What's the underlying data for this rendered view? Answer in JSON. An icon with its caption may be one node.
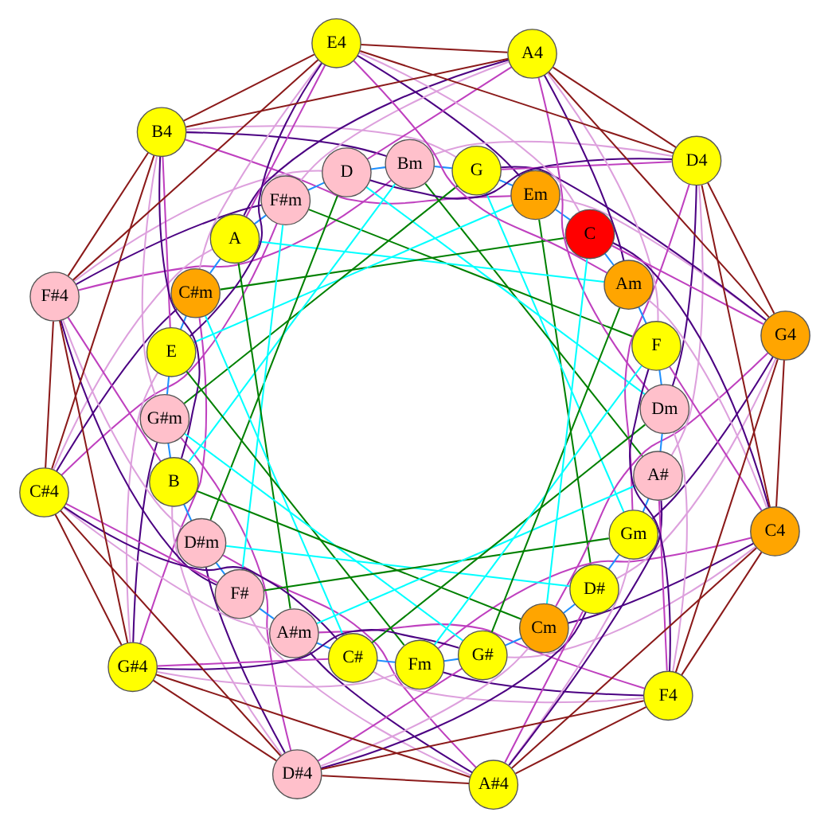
{
  "diagram": {
    "nodes": [
      {
        "text": [
          "E4"
        ]
      },
      {
        "text": [
          "A4"
        ]
      },
      {
        "text": [
          "D4"
        ]
      },
      {
        "text": [
          "G4"
        ]
      },
      {
        "text": [
          "C4"
        ]
      },
      {
        "text": [
          "F4"
        ]
      },
      {
        "text": [
          "A#4"
        ]
      },
      {
        "text": [
          "D#4"
        ]
      },
      {
        "text": [
          "G#4"
        ]
      },
      {
        "text": [
          "C#4"
        ]
      },
      {
        "text": [
          "F#4"
        ]
      },
      {
        "text": [
          "B4"
        ]
      },
      {
        "text": [
          "C"
        ]
      },
      {
        "text": [
          "Am"
        ]
      },
      {
        "text": [
          "F"
        ]
      },
      {
        "text": [
          "Dm"
        ]
      },
      {
        "text": [
          "A#"
        ]
      },
      {
        "text": [
          "Gm"
        ]
      },
      {
        "text": [
          "D#"
        ]
      },
      {
        "text": [
          "Cm"
        ]
      },
      {
        "text": [
          "G#"
        ]
      },
      {
        "text": [
          "Fm"
        ]
      },
      {
        "text": [
          "C#"
        ]
      },
      {
        "text": [
          "A#m"
        ]
      },
      {
        "text": [
          "F#"
        ]
      },
      {
        "text": [
          "D#m"
        ]
      },
      {
        "text": [
          "B"
        ]
      },
      {
        "text": [
          "G#m"
        ]
      },
      {
        "text": [
          "E"
        ]
      },
      {
        "text": [
          "C#m"
        ]
      },
      {
        "text": [
          "A"
        ]
      },
      {
        "text": [
          "F#m"
        ]
      },
      {
        "text": [
          "D"
        ]
      },
      {
        "text": [
          "Bm"
        ]
      },
      {
        "text": [
          "G"
        ]
      },
      {
        "text": [
          "Em"
        ]
      }
    ],
    "edges": [
      {
        "from": 0,
        "to": 1,
        "arrow": "none",
        "color": "#8b1a1a"
      },
      {
        "from": 1,
        "to": 2,
        "arrow": "none",
        "color": "#8b1a1a"
      },
      {
        "from": 2,
        "to": 3,
        "arrow": "none",
        "color": "#8b1a1a"
      },
      {
        "from": 3,
        "to": 4,
        "arrow": "none",
        "color": "#8b1a1a"
      },
      {
        "from": 4,
        "to": 5,
        "arrow": "none",
        "color": "#8b1a1a"
      },
      {
        "from": 5,
        "to": 6,
        "arrow": "none",
        "color": "#8b1a1a"
      },
      {
        "from": 6,
        "to": 7,
        "arrow": "none",
        "color": "#8b1a1a"
      },
      {
        "from": 7,
        "to": 8,
        "arrow": "none",
        "color": "#8b1a1a"
      },
      {
        "from": 8,
        "to": 9,
        "arrow": "none",
        "color": "#8b1a1a"
      },
      {
        "from": 9,
        "to": 10,
        "arrow": "none",
        "color": "#8b1a1a"
      },
      {
        "from": 10,
        "to": 11,
        "arrow": "none",
        "color": "#8b1a1a"
      },
      {
        "from": 11,
        "to": 0,
        "arrow": "none",
        "color": "#8b1a1a"
      },
      {
        "from": 0,
        "to": 2,
        "arrow": "none",
        "color": "#8b1a1a"
      },
      {
        "from": 1,
        "to": 3,
        "arrow": "none",
        "color": "#8b1a1a"
      },
      {
        "from": 2,
        "to": 4,
        "arrow": "none",
        "color": "#8b1a1a"
      },
      {
        "from": 3,
        "to": 5,
        "arrow": "none",
        "color": "#8b1a1a"
      },
      {
        "from": 4,
        "to": 6,
        "arrow": "none",
        "color": "#8b1a1a"
      },
      {
        "from": 5,
        "to": 7,
        "arrow": "none",
        "color": "#8b1a1a"
      },
      {
        "from": 6,
        "to": 8,
        "arrow": "none",
        "color": "#8b1a1a"
      },
      {
        "from": 7,
        "to": 9,
        "arrow": "none",
        "color": "#8b1a1a"
      },
      {
        "from": 8,
        "to": 10,
        "arrow": "none",
        "color": "#8b1a1a"
      },
      {
        "from": 9,
        "to": 11,
        "arrow": "none",
        "color": "#8b1a1a"
      },
      {
        "from": 10,
        "to": 0,
        "arrow": "none",
        "color": "#8b1a1a"
      },
      {
        "from": 11,
        "to": 1,
        "arrow": "none",
        "color": "#8b1a1a"
      },
      {
        "from": 12,
        "to": 13,
        "arrow": "none",
        "color": "#1e90ff"
      },
      {
        "from": 13,
        "to": 14,
        "arrow": "none",
        "color": "#1e90ff"
      },
      {
        "from": 14,
        "to": 15,
        "arrow": "none",
        "color": "#1e90ff"
      },
      {
        "from": 15,
        "to": 16,
        "arrow": "none",
        "color": "#1e90ff"
      },
      {
        "from": 16,
        "to": 17,
        "arrow": "none",
        "color": "#1e90ff"
      },
      {
        "from": 17,
        "to": 18,
        "arrow": "none",
        "color": "#1e90ff"
      },
      {
        "from": 18,
        "to": 19,
        "arrow": "none",
        "color": "#1e90ff"
      },
      {
        "from": 19,
        "to": 20,
        "arrow": "none",
        "color": "#1e90ff"
      },
      {
        "from": 20,
        "to": 21,
        "arrow": "none",
        "color": "#1e90ff"
      },
      {
        "from": 21,
        "to": 22,
        "arrow": "none",
        "color": "#1e90ff"
      },
      {
        "from": 22,
        "to": 23,
        "arrow": "none",
        "color": "#1e90ff"
      },
      {
        "from": 23,
        "to": 24,
        "arrow": "none",
        "color": "#1e90ff"
      },
      {
        "from": 24,
        "to": 25,
        "arrow": "none",
        "color": "#1e90ff"
      },
      {
        "from": 25,
        "to": 26,
        "arrow": "none",
        "color": "#1e90ff"
      },
      {
        "from": 26,
        "to": 27,
        "arrow": "none",
        "color": "#1e90ff"
      },
      {
        "from": 27,
        "to": 28,
        "arrow": "none",
        "color": "#1e90ff"
      },
      {
        "from": 28,
        "to": 29,
        "arrow": "none",
        "color": "#1e90ff"
      },
      {
        "from": 29,
        "to": 30,
        "arrow": "none",
        "color": "#1e90ff"
      },
      {
        "from": 30,
        "to": 31,
        "arrow": "none",
        "color": "#1e90ff"
      },
      {
        "from": 31,
        "to": 32,
        "arrow": "none",
        "color": "#1e90ff"
      },
      {
        "from": 32,
        "to": 33,
        "arrow": "none",
        "color": "#1e90ff"
      },
      {
        "from": 33,
        "to": 34,
        "arrow": "none",
        "color": "#1e90ff"
      },
      {
        "from": 34,
        "to": 35,
        "arrow": "none",
        "color": "#1e90ff"
      },
      {
        "from": 35,
        "to": 12,
        "arrow": "none",
        "color": "#1e90ff"
      },
      {
        "from": 12,
        "to": 19,
        "arrow": "none",
        "color": "#00ffff"
      },
      {
        "from": 14,
        "to": 21,
        "arrow": "none",
        "color": "#00ffff"
      },
      {
        "from": 16,
        "to": 23,
        "arrow": "none",
        "color": "#00ffff"
      },
      {
        "from": 18,
        "to": 25,
        "arrow": "none",
        "color": "#00ffff"
      },
      {
        "from": 20,
        "to": 27,
        "arrow": "none",
        "color": "#00ffff"
      },
      {
        "from": 22,
        "to": 29,
        "arrow": "none",
        "color": "#00ffff"
      },
      {
        "from": 24,
        "to": 31,
        "arrow": "none",
        "color": "#00ffff"
      },
      {
        "from": 26,
        "to": 33,
        "arrow": "none",
        "color": "#00ffff"
      },
      {
        "from": 28,
        "to": 35,
        "arrow": "none",
        "color": "#00ffff"
      },
      {
        "from": 30,
        "to": 13,
        "arrow": "none",
        "color": "#00ffff"
      },
      {
        "from": 32,
        "to": 15,
        "arrow": "none",
        "color": "#00ffff"
      },
      {
        "from": 34,
        "to": 17,
        "arrow": "none",
        "color": "#00ffff"
      },
      {
        "from": 13,
        "to": 20,
        "arrow": "none",
        "color": "#008000"
      },
      {
        "from": 15,
        "to": 22,
        "arrow": "none",
        "color": "#008000"
      },
      {
        "from": 17,
        "to": 24,
        "arrow": "none",
        "color": "#008000"
      },
      {
        "from": 19,
        "to": 26,
        "arrow": "none",
        "color": "#008000"
      },
      {
        "from": 21,
        "to": 28,
        "arrow": "none",
        "color": "#008000"
      },
      {
        "from": 23,
        "to": 30,
        "arrow": "none",
        "color": "#008000"
      },
      {
        "from": 25,
        "to": 32,
        "arrow": "none",
        "color": "#008000"
      },
      {
        "from": 27,
        "to": 34,
        "arrow": "none",
        "color": "#008000"
      },
      {
        "from": 29,
        "to": 12,
        "arrow": "none",
        "color": "#008000"
      },
      {
        "from": 31,
        "to": 14,
        "arrow": "none",
        "color": "#008000"
      },
      {
        "from": 33,
        "to": 16,
        "arrow": "none",
        "color": "#008000"
      },
      {
        "from": 35,
        "to": 18,
        "arrow": "none",
        "color": "#008000"
      },
      {
        "from": 12,
        "to": 4,
        "arrow": "none",
        "color": "#4b0082"
      },
      {
        "from": 12,
        "to": 0,
        "arrow": "none",
        "color": "#dda0dd"
      },
      {
        "from": 12,
        "to": 3,
        "arrow": "none",
        "color": "#bf40bf"
      },
      {
        "from": 13,
        "to": 1,
        "arrow": "none",
        "color": "#4b0082"
      },
      {
        "from": 13,
        "to": 4,
        "arrow": "none",
        "color": "#dda0dd"
      },
      {
        "from": 13,
        "to": 0,
        "arrow": "none",
        "color": "#bf40bf"
      },
      {
        "from": 14,
        "to": 5,
        "arrow": "none",
        "color": "#4b0082"
      },
      {
        "from": 14,
        "to": 1,
        "arrow": "none",
        "color": "#dda0dd"
      },
      {
        "from": 14,
        "to": 4,
        "arrow": "none",
        "color": "#bf40bf"
      },
      {
        "from": 15,
        "to": 2,
        "arrow": "none",
        "color": "#4b0082"
      },
      {
        "from": 15,
        "to": 5,
        "arrow": "none",
        "color": "#dda0dd"
      },
      {
        "from": 15,
        "to": 1,
        "arrow": "none",
        "color": "#bf40bf"
      },
      {
        "from": 16,
        "to": 6,
        "arrow": "none",
        "color": "#4b0082"
      },
      {
        "from": 16,
        "to": 2,
        "arrow": "none",
        "color": "#dda0dd"
      },
      {
        "from": 16,
        "to": 5,
        "arrow": "none",
        "color": "#bf40bf"
      },
      {
        "from": 17,
        "to": 3,
        "arrow": "none",
        "color": "#4b0082"
      },
      {
        "from": 17,
        "to": 6,
        "arrow": "none",
        "color": "#dda0dd"
      },
      {
        "from": 17,
        "to": 2,
        "arrow": "none",
        "color": "#bf40bf"
      },
      {
        "from": 18,
        "to": 7,
        "arrow": "none",
        "color": "#4b0082"
      },
      {
        "from": 18,
        "to": 3,
        "arrow": "none",
        "color": "#dda0dd"
      },
      {
        "from": 18,
        "to": 6,
        "arrow": "none",
        "color": "#bf40bf"
      },
      {
        "from": 19,
        "to": 4,
        "arrow": "none",
        "color": "#4b0082"
      },
      {
        "from": 19,
        "to": 7,
        "arrow": "none",
        "color": "#dda0dd"
      },
      {
        "from": 19,
        "to": 3,
        "arrow": "none",
        "color": "#bf40bf"
      },
      {
        "from": 20,
        "to": 8,
        "arrow": "none",
        "color": "#4b0082"
      },
      {
        "from": 20,
        "to": 4,
        "arrow": "none",
        "color": "#dda0dd"
      },
      {
        "from": 20,
        "to": 7,
        "arrow": "none",
        "color": "#bf40bf"
      },
      {
        "from": 21,
        "to": 5,
        "arrow": "none",
        "color": "#4b0082"
      },
      {
        "from": 21,
        "to": 8,
        "arrow": "none",
        "color": "#dda0dd"
      },
      {
        "from": 21,
        "to": 4,
        "arrow": "none",
        "color": "#bf40bf"
      },
      {
        "from": 22,
        "to": 9,
        "arrow": "none",
        "color": "#4b0082"
      },
      {
        "from": 22,
        "to": 5,
        "arrow": "none",
        "color": "#dda0dd"
      },
      {
        "from": 22,
        "to": 8,
        "arrow": "none",
        "color": "#bf40bf"
      },
      {
        "from": 23,
        "to": 6,
        "arrow": "none",
        "color": "#4b0082"
      },
      {
        "from": 23,
        "to": 9,
        "arrow": "none",
        "color": "#dda0dd"
      },
      {
        "from": 23,
        "to": 5,
        "arrow": "none",
        "color": "#bf40bf"
      },
      {
        "from": 24,
        "to": 10,
        "arrow": "none",
        "color": "#4b0082"
      },
      {
        "from": 24,
        "to": 6,
        "arrow": "none",
        "color": "#dda0dd"
      },
      {
        "from": 24,
        "to": 9,
        "arrow": "none",
        "color": "#bf40bf"
      },
      {
        "from": 25,
        "to": 7,
        "arrow": "none",
        "color": "#4b0082"
      },
      {
        "from": 25,
        "to": 10,
        "arrow": "none",
        "color": "#dda0dd"
      },
      {
        "from": 25,
        "to": 6,
        "arrow": "none",
        "color": "#bf40bf"
      },
      {
        "from": 26,
        "to": 11,
        "arrow": "none",
        "color": "#4b0082"
      },
      {
        "from": 26,
        "to": 7,
        "arrow": "none",
        "color": "#dda0dd"
      },
      {
        "from": 26,
        "to": 10,
        "arrow": "none",
        "color": "#bf40bf"
      },
      {
        "from": 27,
        "to": 8,
        "arrow": "none",
        "color": "#4b0082"
      },
      {
        "from": 27,
        "to": 11,
        "arrow": "none",
        "color": "#dda0dd"
      },
      {
        "from": 27,
        "to": 7,
        "arrow": "none",
        "color": "#bf40bf"
      },
      {
        "from": 28,
        "to": 0,
        "arrow": "none",
        "color": "#4b0082"
      },
      {
        "from": 28,
        "to": 8,
        "arrow": "none",
        "color": "#dda0dd"
      },
      {
        "from": 28,
        "to": 11,
        "arrow": "none",
        "color": "#bf40bf"
      },
      {
        "from": 29,
        "to": 9,
        "arrow": "none",
        "color": "#4b0082"
      },
      {
        "from": 29,
        "to": 0,
        "arrow": "none",
        "color": "#dda0dd"
      },
      {
        "from": 29,
        "to": 8,
        "arrow": "none",
        "color": "#bf40bf"
      },
      {
        "from": 30,
        "to": 1,
        "arrow": "none",
        "color": "#4b0082"
      },
      {
        "from": 30,
        "to": 9,
        "arrow": "none",
        "color": "#dda0dd"
      },
      {
        "from": 30,
        "to": 0,
        "arrow": "none",
        "color": "#bf40bf"
      },
      {
        "from": 31,
        "to": 10,
        "arrow": "none",
        "color": "#4b0082"
      },
      {
        "from": 31,
        "to": 1,
        "arrow": "none",
        "color": "#dda0dd"
      },
      {
        "from": 31,
        "to": 9,
        "arrow": "none",
        "color": "#bf40bf"
      },
      {
        "from": 32,
        "to": 2,
        "arrow": "none",
        "color": "#4b0082"
      },
      {
        "from": 32,
        "to": 10,
        "arrow": "none",
        "color": "#dda0dd"
      },
      {
        "from": 32,
        "to": 1,
        "arrow": "none",
        "color": "#bf40bf"
      },
      {
        "from": 33,
        "to": 11,
        "arrow": "none",
        "color": "#4b0082"
      },
      {
        "from": 33,
        "to": 2,
        "arrow": "none",
        "color": "#dda0dd"
      },
      {
        "from": 33,
        "to": 10,
        "arrow": "none",
        "color": "#bf40bf"
      },
      {
        "from": 34,
        "to": 3,
        "arrow": "none",
        "color": "#4b0082"
      },
      {
        "from": 34,
        "to": 11,
        "arrow": "none",
        "color": "#dda0dd"
      },
      {
        "from": 34,
        "to": 2,
        "arrow": "none",
        "color": "#bf40bf"
      },
      {
        "from": 35,
        "to": 0,
        "arrow": "none",
        "color": "#4b0082"
      },
      {
        "from": 35,
        "to": 3,
        "arrow": "none",
        "color": "#dda0dd"
      },
      {
        "from": 35,
        "to": 11,
        "arrow": "none",
        "color": "#bf40bf"
      }
    ]
  }
}
